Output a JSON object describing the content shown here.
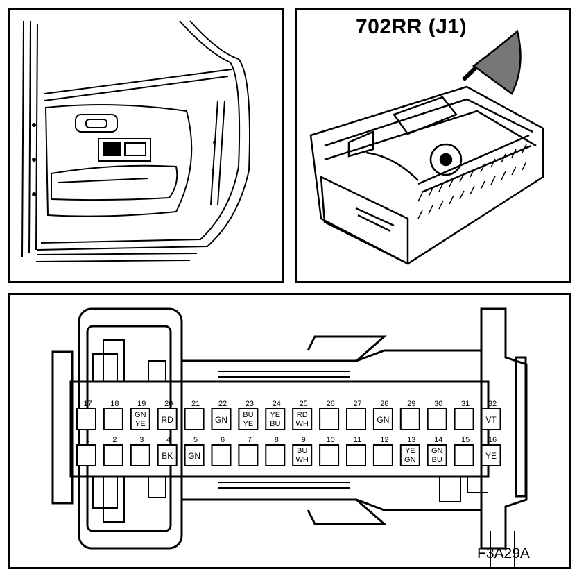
{
  "title": "702RR (J1)",
  "figure_id": "F3A29A",
  "top_row": [
    {
      "num": "17",
      "wire": ""
    },
    {
      "num": "18",
      "wire": ""
    },
    {
      "num": "19",
      "wire": "GN YE"
    },
    {
      "num": "20",
      "wire": "RD"
    },
    {
      "num": "21",
      "wire": ""
    },
    {
      "num": "22",
      "wire": "GN"
    },
    {
      "num": "23",
      "wire": "BU YE"
    },
    {
      "num": "24",
      "wire": "YE BU"
    },
    {
      "num": "25",
      "wire": "RD WH"
    },
    {
      "num": "26",
      "wire": ""
    },
    {
      "num": "27",
      "wire": ""
    },
    {
      "num": "28",
      "wire": "GN"
    },
    {
      "num": "29",
      "wire": ""
    },
    {
      "num": "30",
      "wire": ""
    },
    {
      "num": "31",
      "wire": ""
    },
    {
      "num": "32",
      "wire": "VT"
    }
  ],
  "bottom_row": [
    {
      "num": "1",
      "wire": ""
    },
    {
      "num": "2",
      "wire": ""
    },
    {
      "num": "3",
      "wire": ""
    },
    {
      "num": "4",
      "wire": "BK"
    },
    {
      "num": "5",
      "wire": "GN"
    },
    {
      "num": "6",
      "wire": ""
    },
    {
      "num": "7",
      "wire": ""
    },
    {
      "num": "8",
      "wire": ""
    },
    {
      "num": "9",
      "wire": "BU WH"
    },
    {
      "num": "10",
      "wire": ""
    },
    {
      "num": "11",
      "wire": ""
    },
    {
      "num": "12",
      "wire": ""
    },
    {
      "num": "13",
      "wire": "YE GN"
    },
    {
      "num": "14",
      "wire": "GN BU"
    },
    {
      "num": "15",
      "wire": ""
    },
    {
      "num": "16",
      "wire": "YE"
    }
  ]
}
